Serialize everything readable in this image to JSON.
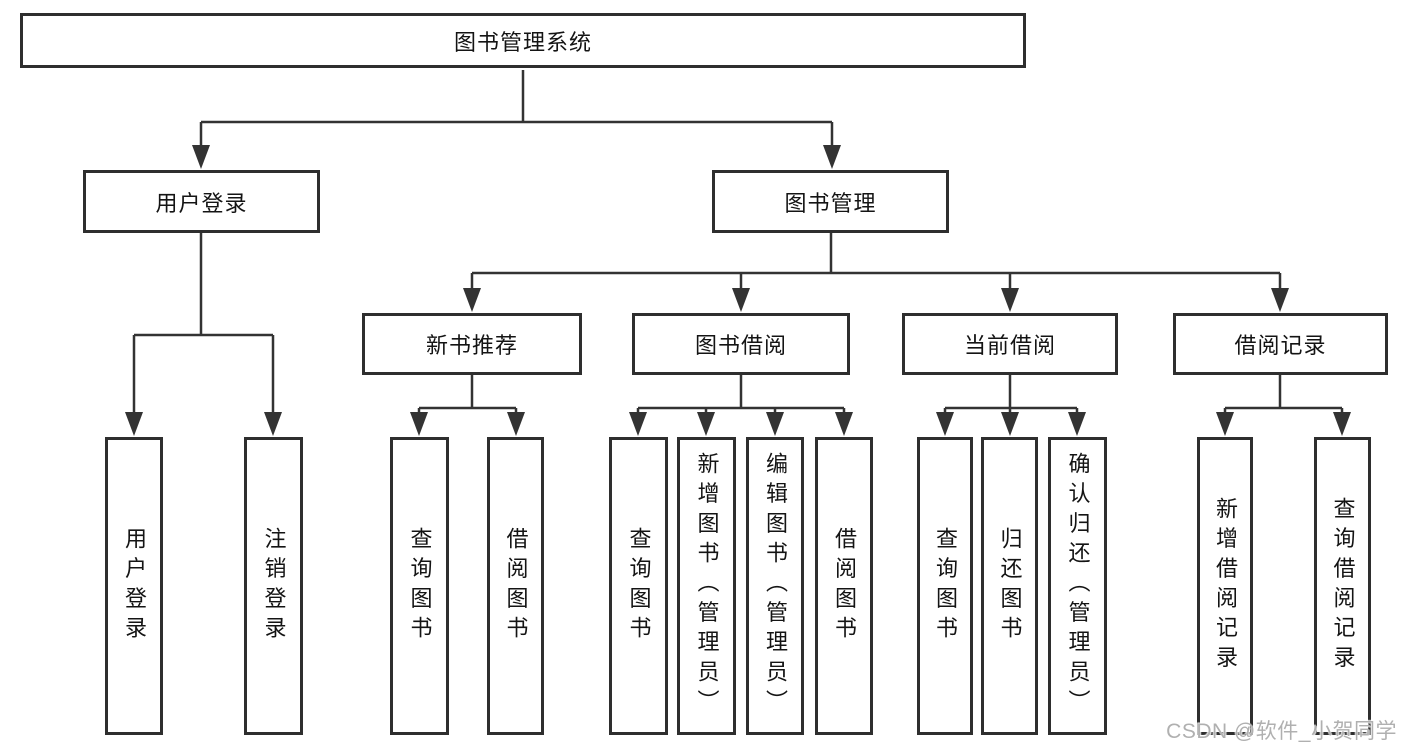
{
  "tree": {
    "root": {
      "label": "图书管理系统"
    },
    "branches": [
      {
        "label": "用户登录",
        "children": [
          {
            "label": "用户登录"
          },
          {
            "label": "注销登录"
          }
        ]
      },
      {
        "label": "图书管理",
        "children": [
          {
            "label": "新书推荐",
            "children": [
              {
                "label": "查询图书"
              },
              {
                "label": "借阅图书"
              }
            ]
          },
          {
            "label": "图书借阅",
            "children": [
              {
                "label": "查询图书"
              },
              {
                "label": "新增图书（管理员）"
              },
              {
                "label": "编辑图书（管理员）"
              },
              {
                "label": "借阅图书"
              }
            ]
          },
          {
            "label": "当前借阅",
            "children": [
              {
                "label": "查询图书"
              },
              {
                "label": "归还图书"
              },
              {
                "label": "确认归还（管理员）"
              }
            ]
          },
          {
            "label": "借阅记录",
            "children": [
              {
                "label": "新增借阅记录"
              },
              {
                "label": "查询借阅记录"
              }
            ]
          }
        ]
      }
    ]
  },
  "watermark": {
    "text": "CSDN @软件_小贺同学"
  },
  "colors": {
    "line": "#333333",
    "box_border": "#2e2e2e",
    "text": "#141414",
    "background": "#ffffff",
    "watermark": "#b0b0b0"
  }
}
